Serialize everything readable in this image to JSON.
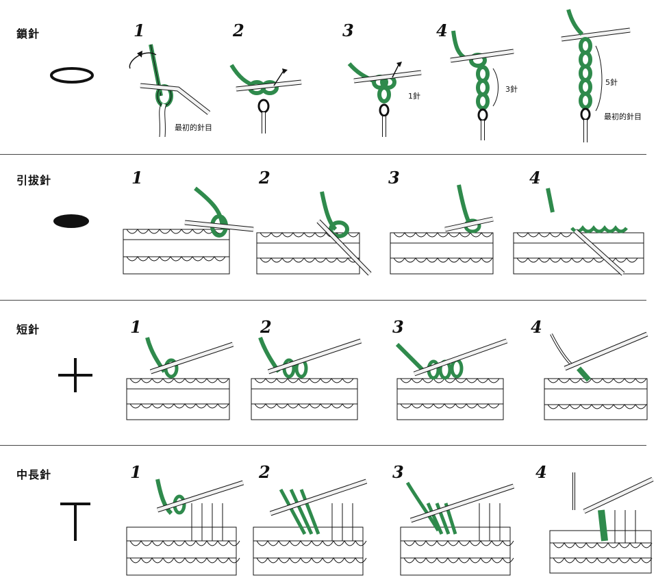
{
  "sections": [
    {
      "title": "鎖針",
      "symbol": "chain-oval",
      "steps": [
        "1",
        "2",
        "3",
        "4"
      ],
      "notes": {
        "first_stitch": "最初的針目",
        "one": "1針",
        "three": "3針",
        "five": "5針",
        "first_stitch_2": "最初的針目"
      }
    },
    {
      "title": "引拔針",
      "symbol": "slip-stitch-filled-oval",
      "steps": [
        "1",
        "2",
        "3",
        "4"
      ]
    },
    {
      "title": "短針",
      "symbol": "plus-sign",
      "steps": [
        "1",
        "2",
        "3",
        "4"
      ]
    },
    {
      "title": "中長針",
      "symbol": "t-shape",
      "steps": [
        "1",
        "2",
        "3",
        "4"
      ]
    }
  ],
  "colors": {
    "yarn": "#2f8a4c",
    "hook": "#f2f2f2",
    "outline": "#111111"
  }
}
